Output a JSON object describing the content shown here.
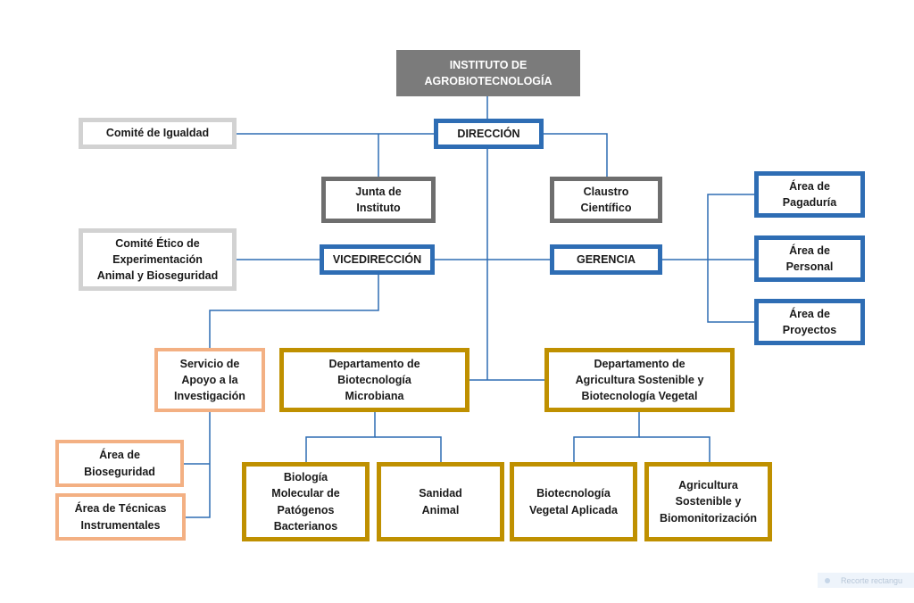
{
  "colors": {
    "connector": "#2e6db4",
    "blue": "#2e6db4",
    "gold": "#bf9000",
    "salmon": "#f3b083",
    "gray": "#d2d2d2",
    "dark_gray": "#6e6e6e",
    "header_fill": "#7b7b7b"
  },
  "nodes": {
    "instituto": "INSTITUTO DE\nAGROBIOTECNOLOGÍA",
    "direccion": "DIRECCIÓN",
    "comite_igualdad": "Comité de Igualdad",
    "junta": "Junta de\nInstituto",
    "claustro": "Claustro\nCientífico",
    "comite_etico": "Comité Ético de\nExperimentación\nAnimal y Bioseguridad",
    "vicedireccion": "VICEDIRECCIÓN",
    "gerencia": "GERENCIA",
    "area_pagaduria": "Área de\nPagaduría",
    "area_personal": "Área de\nPersonal",
    "area_proyectos": "Área de\nProyectos",
    "servicio_apoyo": "Servicio de\nApoyo a la\nInvestigación",
    "dept_biotec_microbiana": "Departamento de\nBiotecnología\nMicrobiana",
    "dept_agricultura": "Departamento de\nAgricultura Sostenible y\nBiotecnología Vegetal",
    "area_bioseguridad": "Área de\nBioseguridad",
    "area_tecnicas": "Área de Técnicas\nInstrumentales",
    "biologia_molecular": "Biología\nMolecular de\nPatógenos\nBacterianos",
    "sanidad_animal": "Sanidad\nAnimal",
    "biotec_vegetal": "Biotecnología\nVegetal Aplicada",
    "agricultura_sostenible": "Agricultura\nSostenible y\nBiomonitorización"
  },
  "snip_toolbar": {
    "label": "Recorte rectangu"
  }
}
